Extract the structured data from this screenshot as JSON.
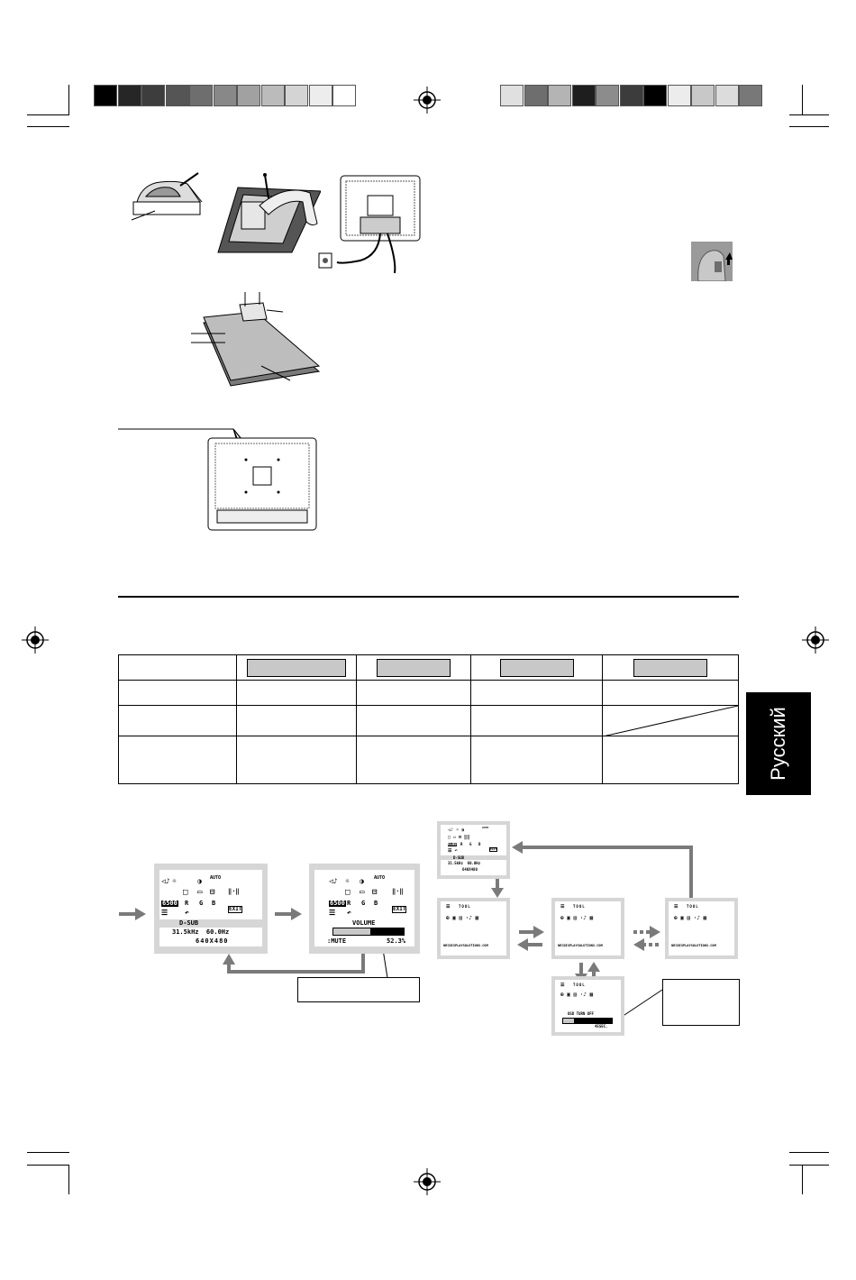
{
  "sidebar_tab": {
    "label": "Русский"
  },
  "colors": {
    "tab_bg": "#000000",
    "tab_text": "#ffffff",
    "osd_frame": "#d6d6d6",
    "arrow": "#7a7a7a"
  },
  "color_bar_left": [
    "#000000",
    "#262626",
    "#3d3d3d",
    "#555555",
    "#6e6e6e",
    "#888888",
    "#a1a1a1",
    "#bbbbbb",
    "#d4d4d4",
    "#ededed",
    "#ffffff"
  ],
  "color_bar_right": [
    "#e0e0e0",
    "#6e6e6e",
    "#b4b4b4",
    "#1e1e1e",
    "#8c8c8c",
    "#3c3c3c",
    "#000000",
    "#ececec",
    "#c8c8c8",
    "#dcdcdc",
    "#787878"
  ],
  "osd_main": {
    "input": "D-SUB",
    "frequency": "31.5kHz  60.0Hz",
    "resolution": "640X480",
    "icon_auto": "AUTO",
    "icon_6500": "6500",
    "icon_r": "R",
    "icon_g": "G",
    "icon_b": "B",
    "icon_exit": "EXIT"
  },
  "osd_volume": {
    "title": "VOLUME",
    "mute": ":MUTE",
    "value": "52.3%"
  },
  "osd_tool": {
    "title": "TOOL",
    "url": "NECDISPLAYSOLUTIONS.COM",
    "turn_off": "OSD TURN OFF",
    "seconds": "45SEC."
  }
}
